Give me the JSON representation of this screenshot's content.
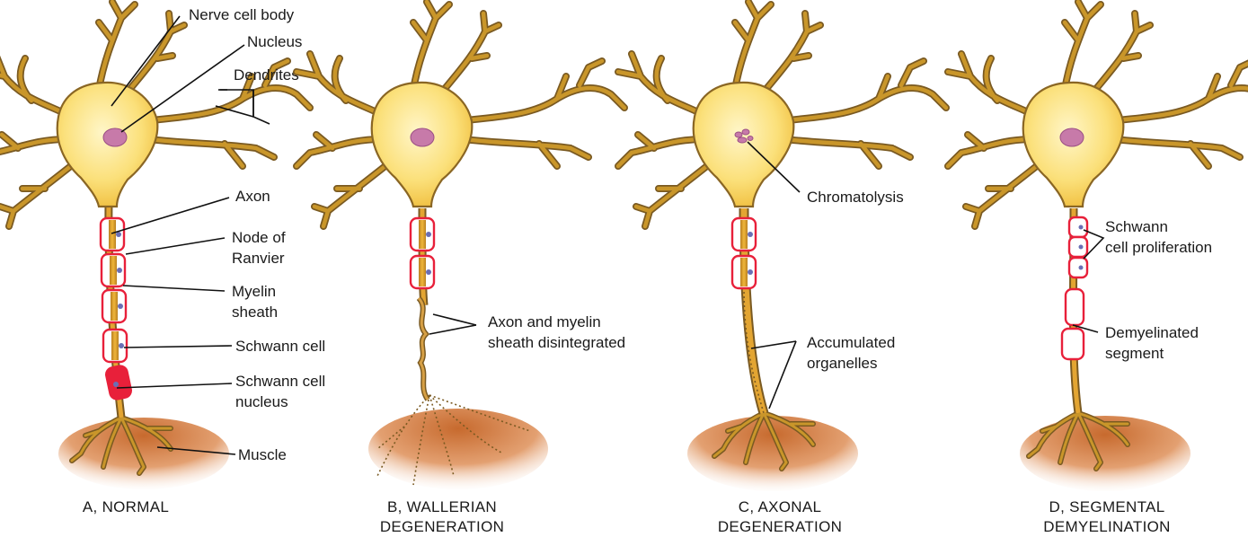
{
  "panels": [
    {
      "caption": [
        "A, NORMAL"
      ],
      "labels": {
        "nerve_cell_body": "Nerve cell body",
        "nucleus": "Nucleus",
        "dendrites": "Dendrites",
        "axon": "Axon",
        "node_of_ranvier": [
          "Node of",
          "Ranvier"
        ],
        "myelin_sheath": [
          "Myelin",
          "sheath"
        ],
        "schwann_cell": "Schwann cell",
        "schwann_cell_nucleus": [
          "Schwann cell",
          "nucleus"
        ],
        "muscle": "Muscle"
      }
    },
    {
      "caption": [
        "B, WALLERIAN",
        "DEGENERATION"
      ],
      "labels": {
        "disintegrated": [
          "Axon and myelin",
          "sheath disintegrated"
        ]
      }
    },
    {
      "caption": [
        "C, AXONAL",
        "DEGENERATION"
      ],
      "labels": {
        "chromatolysis": "Chromatolysis",
        "accumulated": [
          "Accumulated",
          "organelles"
        ]
      }
    },
    {
      "caption": [
        "D, SEGMENTAL",
        "DEMYELINATION"
      ],
      "labels": {
        "schwann_proliferation": [
          "Schwann",
          "cell proliferation"
        ],
        "demyelinated": [
          "Demyelinated",
          "segment"
        ]
      }
    }
  ],
  "colors": {
    "soma_center": "#fff3b8",
    "soma_edge": "#f2c548",
    "dendrite_outline": "#7a5a22",
    "axon": "#d99d2a",
    "myelin": "#e8203a",
    "nucleus": "#c77aa9",
    "muscle": "#d98a52"
  }
}
